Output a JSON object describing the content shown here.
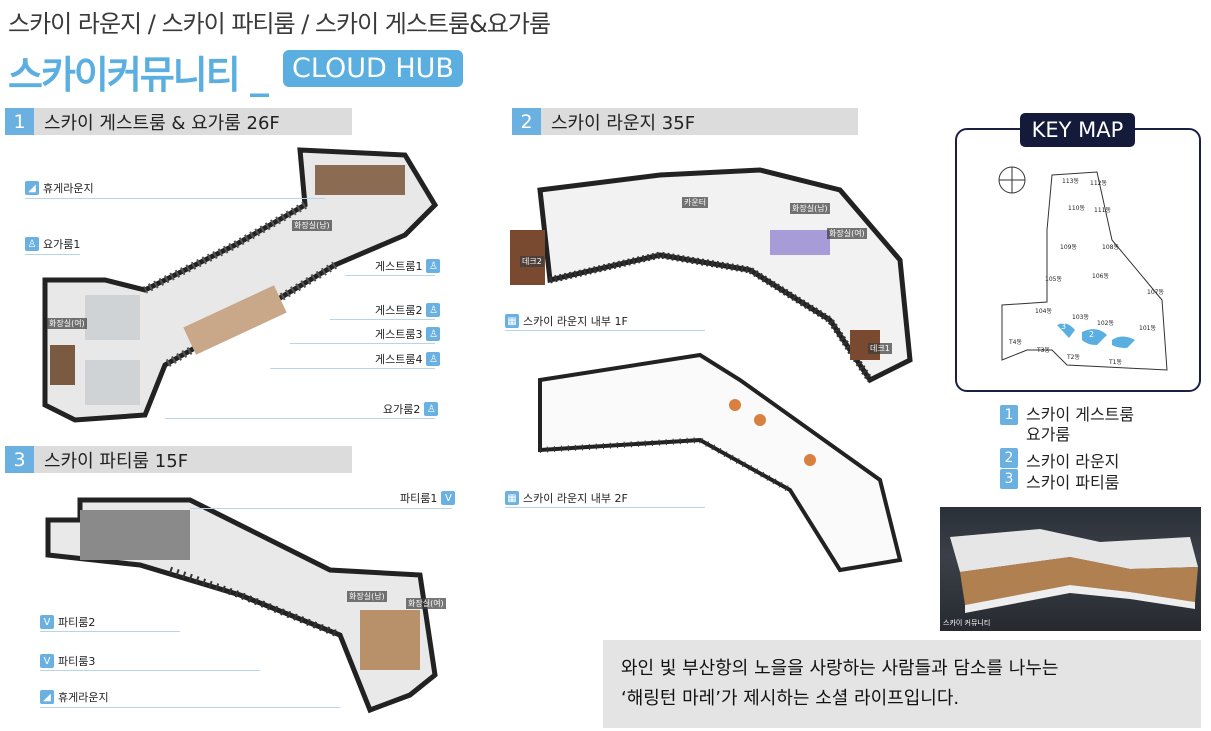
{
  "header": {
    "subtitle": "스카이 라운지 / 스카이 파티룸 / 스카이 게스트룸&요가룸",
    "title": "스카이커뮤니티 _",
    "badge": "CLOUD HUB"
  },
  "sections": [
    {
      "num": "1",
      "title": "스카이 게스트룸 & 요가룸 26F",
      "labels": [
        "휴게라운지",
        "요가룸1",
        "게스트룸1",
        "게스트룸2",
        "게스트룸3",
        "게스트룸4",
        "요가룸2"
      ],
      "plan_labels": [
        "화장실(남)",
        "화장실(여)"
      ]
    },
    {
      "num": "2",
      "title": "스카이 라운지 35F",
      "labels": [
        "스카이 라운지 내부 1F",
        "스카이 라운지 내부 2F"
      ],
      "plan_labels": [
        "카운터",
        "화장실(남)",
        "화장실(여)",
        "데크2",
        "데크1"
      ]
    },
    {
      "num": "3",
      "title": "스카이 파티룸 15F",
      "labels": [
        "파티룸1",
        "파티룸2",
        "파티룸3",
        "휴게라운지"
      ],
      "plan_labels": [
        "화장실(남)",
        "화장실(여)"
      ]
    }
  ],
  "keymap": {
    "title": "KEY MAP",
    "buildings": [
      "113동",
      "112동",
      "110동",
      "111동",
      "109동",
      "108동",
      "105동",
      "106동",
      "107동",
      "104동",
      "103동",
      "102동",
      "101동",
      "T4동",
      "T3동",
      "T2동",
      "T1동"
    ],
    "markers": [
      "1",
      "2",
      "3"
    ]
  },
  "legend": [
    {
      "num": "1",
      "label": "스카이 게스트룸",
      "label2": "요가룸"
    },
    {
      "num": "2",
      "label": "스카이 라운지"
    },
    {
      "num": "3",
      "label": "스카이 파티룸"
    }
  ],
  "photo": {
    "caption": "스카이 커뮤니티"
  },
  "message": {
    "line1": "와인 빛 부산항의 노을을 사랑하는 사람들과 담소를 나누는",
    "line2": "‘해링턴 마레’가 제시하는 소셜 라이프입니다."
  },
  "colors": {
    "accent": "#5aaee0",
    "navy": "#141a3a",
    "section_bg": "#dcdcdc"
  }
}
